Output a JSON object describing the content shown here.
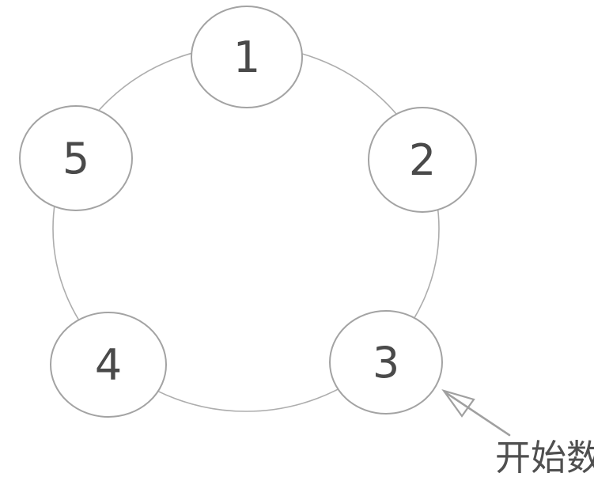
{
  "diagram": {
    "type": "circular-counting-diagram",
    "nodes": [
      {
        "id": "node-1",
        "label": "1",
        "position": "top"
      },
      {
        "id": "node-2",
        "label": "2",
        "position": "upper-right"
      },
      {
        "id": "node-3",
        "label": "3",
        "position": "lower-right"
      },
      {
        "id": "node-4",
        "label": "4",
        "position": "lower-left"
      },
      {
        "id": "node-5",
        "label": "5",
        "position": "upper-left"
      }
    ],
    "annotation": {
      "label": "开始数",
      "points_to_node": "3"
    },
    "colors": {
      "background": "#ffffff",
      "ring_stroke": "#adadad",
      "node_stroke": "#a3a3a3",
      "node_fill": "#ffffff",
      "number_color": "#4a4a4a",
      "arrow_color": "#a0a0a0",
      "text_color": "#4f4f4f"
    }
  }
}
